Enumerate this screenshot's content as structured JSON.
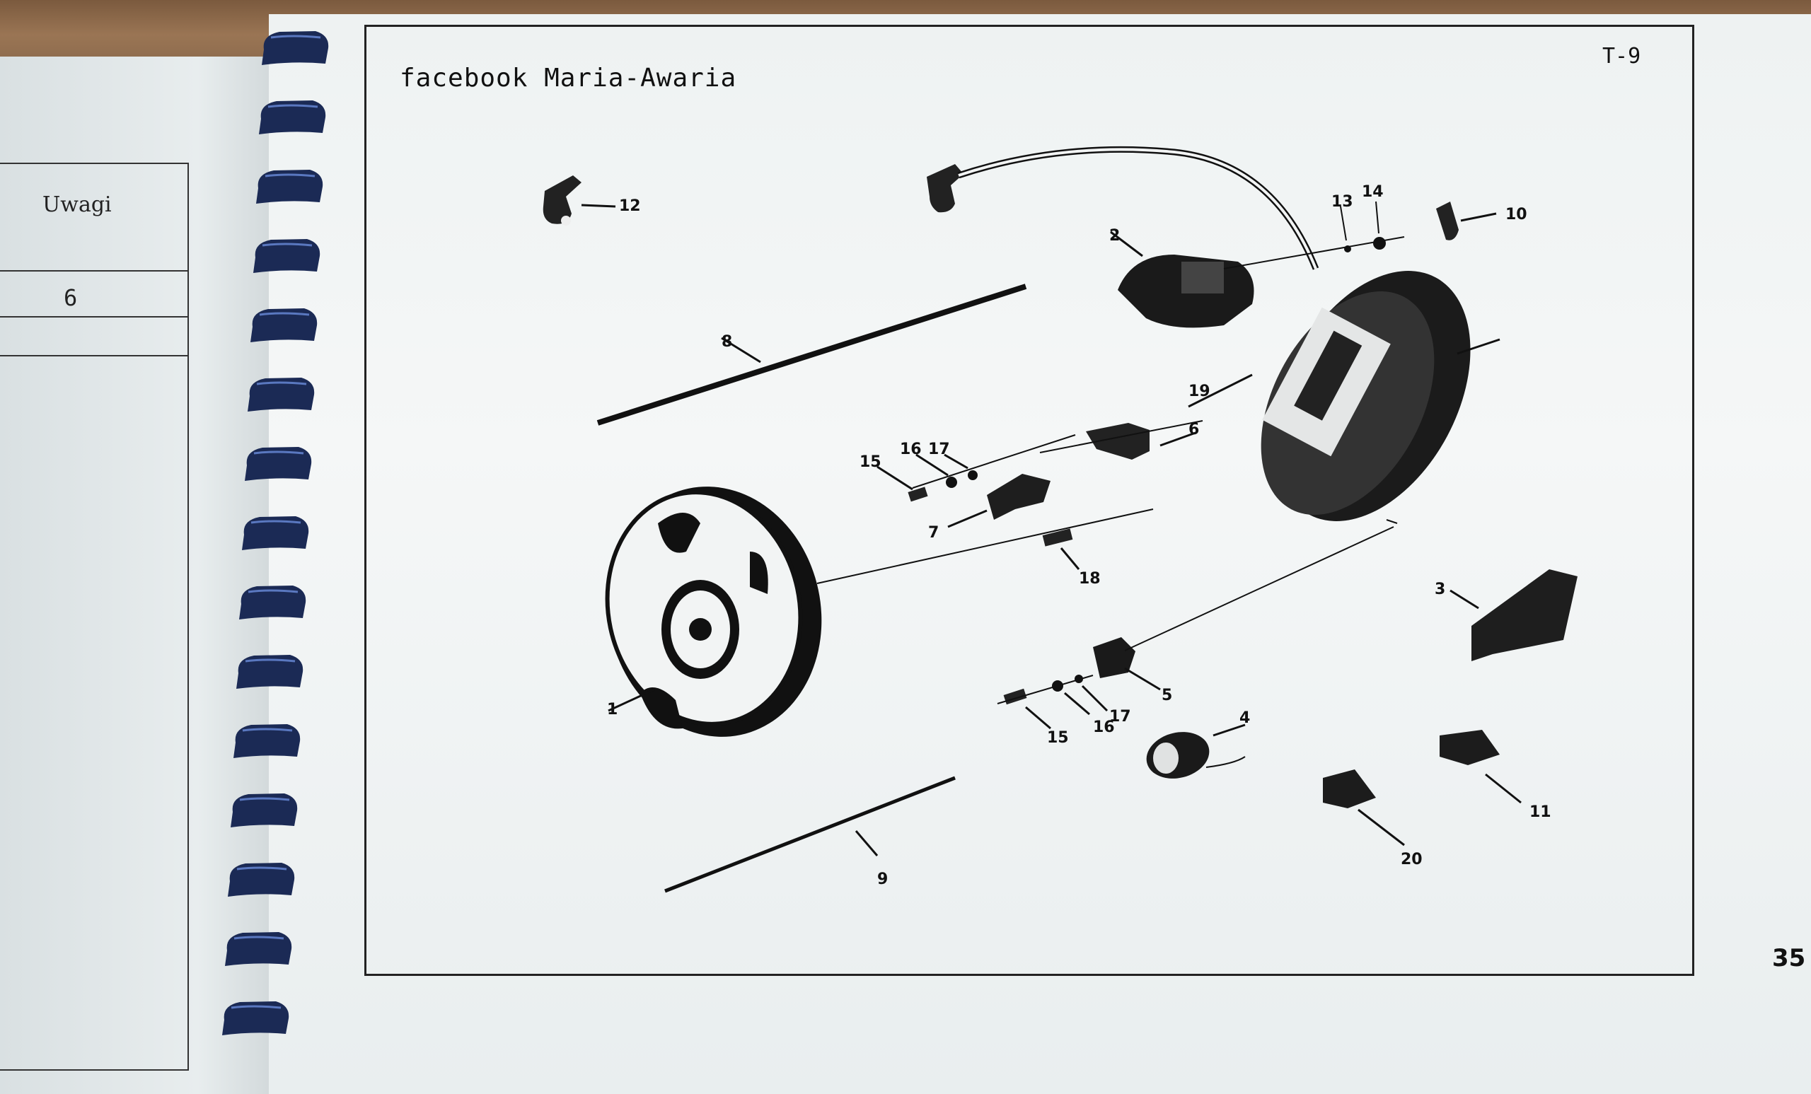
{
  "left_page": {
    "header": "Uwagi",
    "value": "6"
  },
  "diagram": {
    "title": "facebook Maria-Awaria",
    "code": "T-9",
    "page_number": "35",
    "part_labels": [
      "1",
      "2",
      "3",
      "4",
      "5",
      "6",
      "7",
      "8",
      "9",
      "10",
      "11",
      "12",
      "13",
      "14",
      "15",
      "16",
      "17",
      "18",
      "19",
      "20",
      "15",
      "16",
      "17"
    ]
  }
}
